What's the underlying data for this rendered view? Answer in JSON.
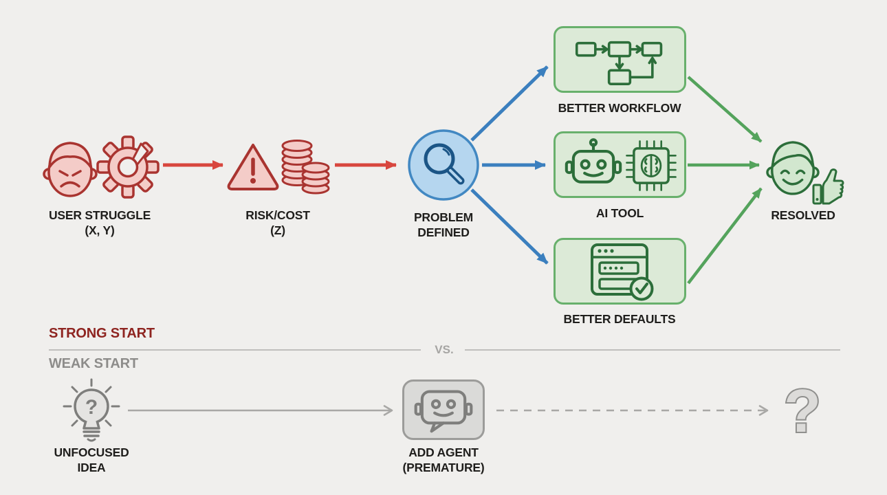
{
  "palette": {
    "bg": "#f0efed",
    "text_dark": "#1f1e1c",
    "red_stroke": "#a93430",
    "red_fill": "#f4ccc8",
    "red_arrow": "#d8463e",
    "strong_red": "#8e2420",
    "blue_fill": "#b5d6ef",
    "blue_stroke": "#4288c2",
    "blue_icon": "#1b5586",
    "blue_arrow": "#3b7fbe",
    "green_fill": "#dcead7",
    "green_border": "#68b06c",
    "green_icon": "#2c6e3a",
    "green_face_fill": "#d2e7cf",
    "green_arrow": "#54a35c",
    "gray_text": "#8d8c8a",
    "vs_gray": "#a6a5a3",
    "gray_line": "#bfbebc",
    "gray_arrow": "#a9a8a6",
    "gray_fill": "#dadad8",
    "gray_border": "#9c9c9a",
    "gray_icon": "#7e7e7c",
    "bulb_fill": "#e5e4e2",
    "qmark_fill": "#dcdbd9",
    "qmark_stroke": "#8f8f8d"
  },
  "strong_flow": {
    "user_struggle": {
      "line1": "USER STRUGGLE",
      "line2": "(X, Y)"
    },
    "risk_cost": {
      "line1": "RISK/COST",
      "line2": "(Z)"
    },
    "problem_defined": {
      "line1": "PROBLEM",
      "line2": "DEFINED"
    },
    "better_workflow": {
      "label": "BETTER WORKFLOW"
    },
    "ai_tool": {
      "label": "AI TOOL"
    },
    "better_defaults": {
      "label": "BETTER DEFAULTS"
    },
    "resolved": {
      "label": "RESOLVED"
    }
  },
  "divider": {
    "strong_label": "STRONG START",
    "vs_label": "VS.",
    "weak_label": "WEAK START"
  },
  "weak_flow": {
    "unfocused_idea": {
      "line1": "UNFOCUSED",
      "line2": "IDEA",
      "bulb_glyph": "?"
    },
    "add_agent": {
      "line1": "ADD AGENT",
      "line2": "(PREMATURE)"
    },
    "unknown_outcome": {
      "glyph": "?"
    }
  }
}
